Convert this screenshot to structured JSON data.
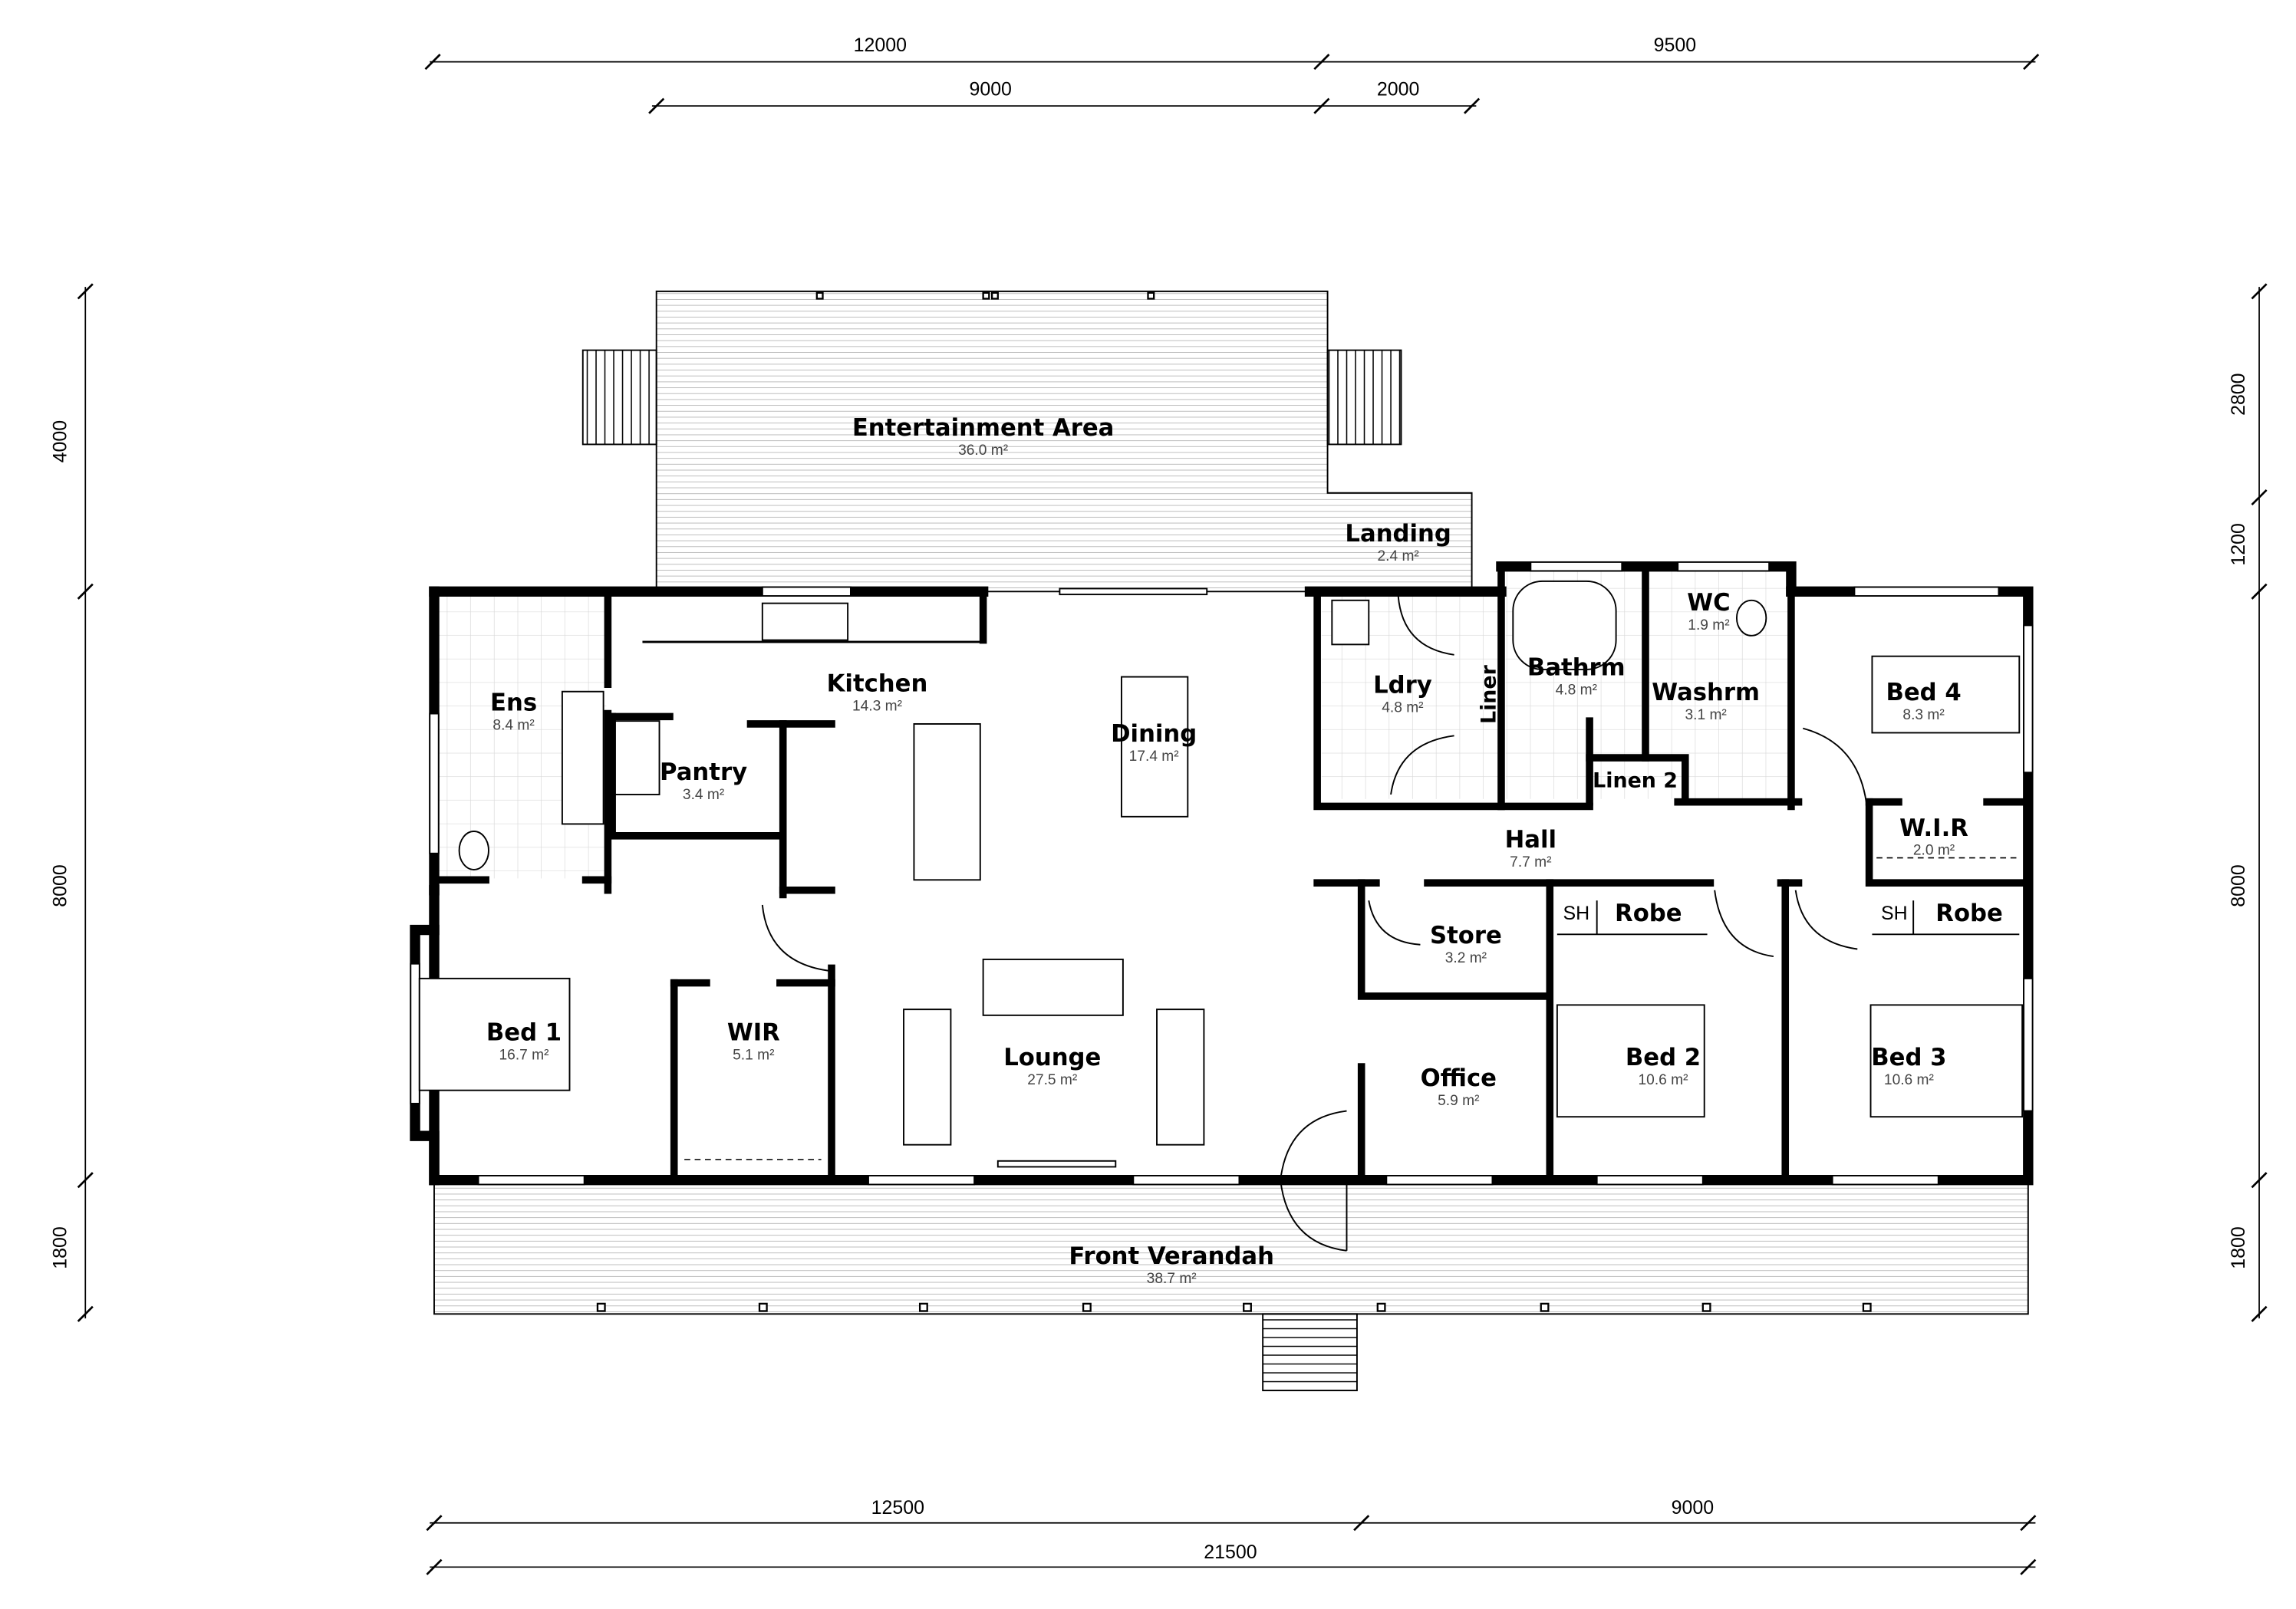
{
  "colors": {
    "walls": "#000000",
    "background": "#ffffff",
    "area_text": "#444444",
    "tiles": "#d9d9d9"
  },
  "dimensions": {
    "top_outer": [
      "12000",
      "9500"
    ],
    "top_inner": [
      "9000",
      "2000"
    ],
    "left": [
      "4000",
      "8000",
      "1800"
    ],
    "right": [
      "2800",
      "1200",
      "8000",
      "1800"
    ],
    "bottom_inner": [
      "12500",
      "9000"
    ],
    "bottom_total": "21500"
  },
  "rooms": [
    {
      "name": "Entertainment Area",
      "area": "36.0 m²"
    },
    {
      "name": "Landing",
      "area": "2.4 m²"
    },
    {
      "name": "Ens",
      "area": "8.4 m²"
    },
    {
      "name": "Kitchen",
      "area": "14.3 m²"
    },
    {
      "name": "Pantry",
      "area": "3.4 m²"
    },
    {
      "name": "Dining",
      "area": "17.4 m²"
    },
    {
      "name": "Ldry",
      "area": "4.8 m²"
    },
    {
      "name": "Bathrm",
      "area": "4.8 m²"
    },
    {
      "name": "WC",
      "area": "1.9 m²"
    },
    {
      "name": "Washrm",
      "area": "3.1 m²"
    },
    {
      "name": "Bed 4",
      "area": "8.3 m²"
    },
    {
      "name": "Hall",
      "area": "7.7 m²"
    },
    {
      "name": "W.I.R",
      "area": "2.0 m²"
    },
    {
      "name": "Store",
      "area": "3.2 m²"
    },
    {
      "name": "Bed 1",
      "area": "16.7 m²"
    },
    {
      "name": "WIR",
      "area": "5.1 m²"
    },
    {
      "name": "Lounge",
      "area": "27.5 m²"
    },
    {
      "name": "Office",
      "area": "5.9 m²"
    },
    {
      "name": "Bed 2",
      "area": "10.6 m²"
    },
    {
      "name": "Bed 3",
      "area": "10.6 m²"
    },
    {
      "name": "Front Verandah",
      "area": "38.7 m²"
    }
  ],
  "labels": {
    "liner": "Liner",
    "linen2": "Linen 2",
    "robe": "Robe",
    "sh": "SH"
  }
}
